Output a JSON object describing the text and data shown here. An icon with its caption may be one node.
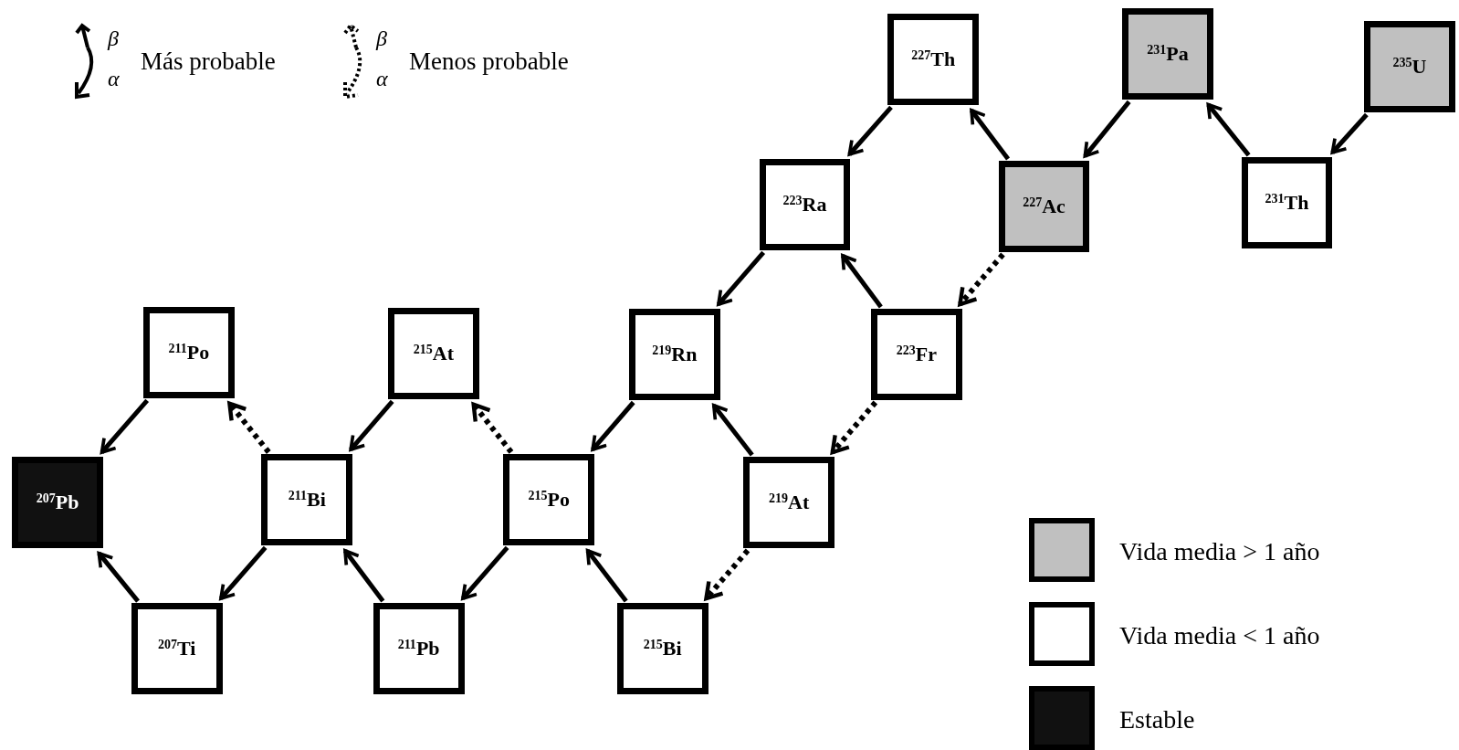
{
  "diagram": {
    "nodes": [
      {
        "text": [
          "$^{227}$Th"
        ]
      },
      {
        "text": [
          "$^{231}$Pa"
        ]
      },
      {
        "text": [
          "$^{235}$U"
        ]
      },
      {
        "text": [
          "$^{223}$Ra"
        ]
      },
      {
        "text": [
          "$^{227}$Ac"
        ]
      },
      {
        "text": [
          "$^{231}$Th"
        ]
      },
      {
        "text": [
          "$^{211}$Po"
        ]
      },
      {
        "text": [
          "$^{215}$At"
        ]
      },
      {
        "text": [
          "$^{219}$Rn"
        ]
      },
      {
        "text": [
          "$^{223}$Fr"
        ]
      },
      {
        "text": [
          "$^{207}$Pb"
        ]
      },
      {
        "text": [
          "$^{211}$Bi"
        ]
      },
      {
        "text": [
          "$^{215}$Po"
        ]
      },
      {
        "text": [
          "$^{219}$At"
        ]
      },
      {
        "text": [
          "$^{207}$Ti"
        ]
      },
      {
        "text": [
          "$^{211}$Pb"
        ]
      },
      {
        "text": [
          "$^{215}$Bi"
        ]
      }
    ],
    "edges": [
      {
        "from": 2,
        "to": 5,
        "arrow": "to"
      },
      {
        "from": 5,
        "to": 1,
        "arrow": "to"
      },
      {
        "from": 1,
        "to": 4,
        "arrow": "to"
      },
      {
        "from": 4,
        "to": 0,
        "arrow": "to"
      },
      {
        "from": 4,
        "to": 9,
        "arrow": "to",
        "style": "dashed"
      },
      {
        "from": 0,
        "to": 3,
        "arrow": "to"
      },
      {
        "from": 9,
        "to": 3,
        "arrow": "to"
      },
      {
        "from": 3,
        "to": 8,
        "arrow": "to"
      },
      {
        "from": 9,
        "to": 13,
        "arrow": "to",
        "style": "dashed"
      },
      {
        "from": 8,
        "to": 12,
        "arrow": "to"
      },
      {
        "from": 13,
        "to": 8,
        "arrow": "to"
      },
      {
        "from": 13,
        "to": 16,
        "arrow": "to",
        "style": "dashed"
      },
      {
        "from": 16,
        "to": 12,
        "arrow": "to"
      },
      {
        "from": 12,
        "to": 15,
        "arrow": "to"
      },
      {
        "from": 12,
        "to": 7,
        "arrow": "to",
        "style": "dashed"
      },
      {
        "from": 7,
        "to": 11,
        "arrow": "to"
      },
      {
        "from": 15,
        "to": 11,
        "arrow": "to"
      },
      {
        "from": 11,
        "to": 14,
        "arrow": "to"
      },
      {
        "from": 11,
        "to": 6,
        "arrow": "to",
        "style": "dashed"
      },
      {
        "from": 6,
        "to": 10,
        "arrow": "to"
      },
      {
        "from": 14,
        "to": 10,
        "arrow": "to"
      }
    ],
    "labels": [
      "β",
      "α",
      "β",
      "α"
    ],
    "legend": [
      {
        "text": "Más probable"
      },
      {
        "text": "Menos probable"
      },
      {
        "text": "Vida media > 1 año",
        "color": "#c0c0c0"
      },
      {
        "text": "Vida media < 1 año",
        "color": "#ffffff"
      },
      {
        "text": "Estable",
        "color": "#111111"
      }
    ]
  }
}
